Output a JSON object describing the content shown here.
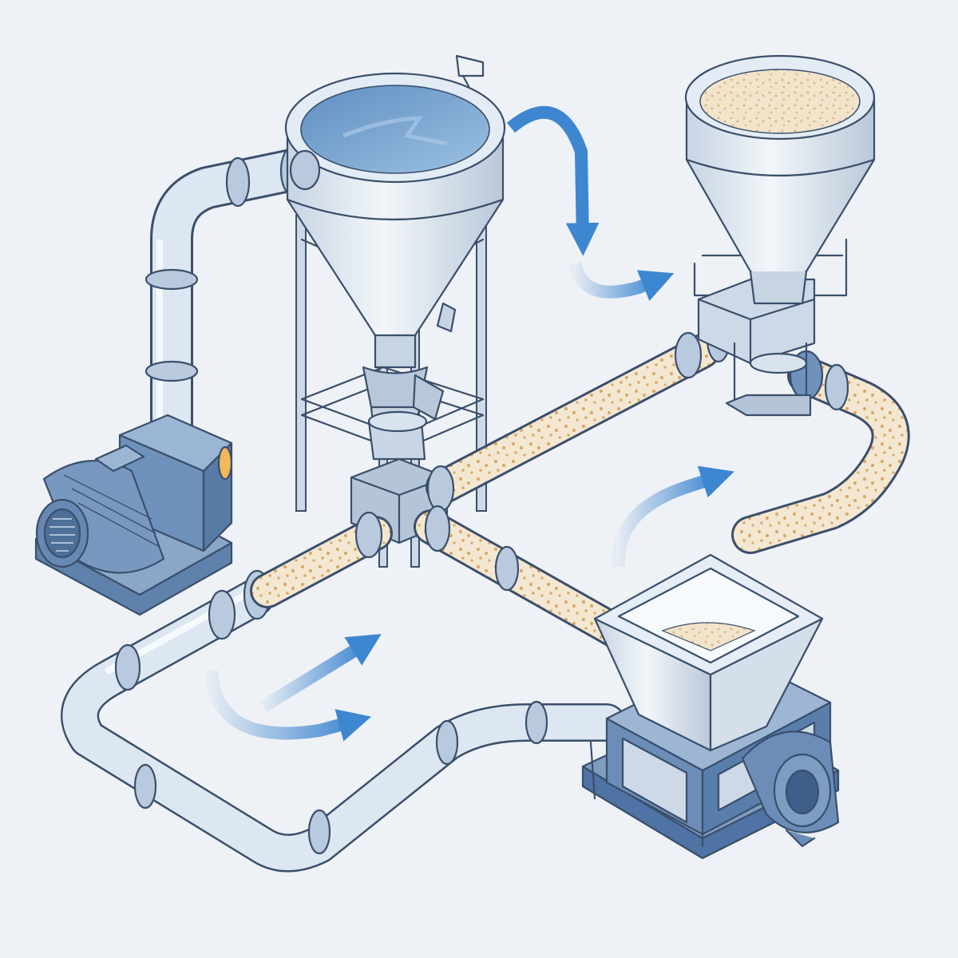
{
  "diagram": {
    "components": [
      {
        "id": "mixing-tank",
        "kind": "conical-hopper-tank",
        "contents": "liquid"
      },
      {
        "id": "feed-hopper-right",
        "kind": "conical-hopper",
        "contents": "granular-material"
      },
      {
        "id": "feed-hopper-front",
        "kind": "square-hopper",
        "contents": "granular-material"
      },
      {
        "id": "pump-motor",
        "kind": "electric-motor-pump"
      },
      {
        "id": "blower",
        "kind": "centrifugal-blower"
      },
      {
        "id": "junction-valve",
        "kind": "four-way-junction"
      }
    ],
    "pipes": [
      {
        "id": "return-loop",
        "state": "empty"
      },
      {
        "id": "pump-riser",
        "state": "empty"
      },
      {
        "id": "main-line",
        "state": "carrying-material"
      },
      {
        "id": "front-branch",
        "state": "carrying-material"
      },
      {
        "id": "right-elbow",
        "state": "carrying-material"
      }
    ],
    "flow_arrows": 4,
    "colors": {
      "background": "#eef1f5",
      "outline": "#3a4f6b",
      "pipe": "#dde7f1",
      "material": "#f4e7d1",
      "steel_blue": "#7e9dc2",
      "arrow": "#3d86d0",
      "liquid": "#6f9fcd"
    }
  }
}
